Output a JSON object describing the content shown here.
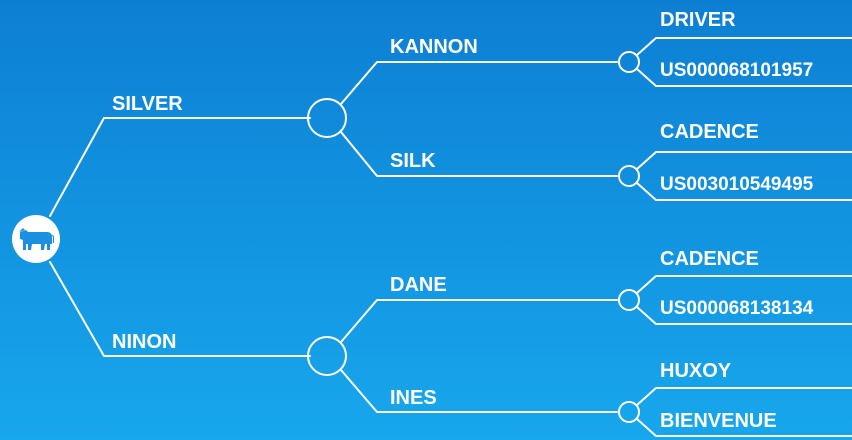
{
  "subject": {
    "icon": "cow-icon"
  },
  "colors": {
    "background_top": "#0d7fd3",
    "background_bottom": "#17a7ec",
    "line": "#ffffff",
    "icon_fill": "#1b8fe0"
  },
  "sire": {
    "name": "SILVER",
    "sire": {
      "name": "KANNON",
      "sire": "DRIVER",
      "dam": "US000068101957"
    },
    "dam": {
      "name": "SILK",
      "sire": "CADENCE",
      "dam": "US003010549495"
    }
  },
  "dam": {
    "name": "NINON",
    "sire": {
      "name": "DANE",
      "sire": "CADENCE",
      "dam": "US000068138134"
    },
    "dam": {
      "name": "INES",
      "sire": "HUXOY",
      "dam": "BIENVENUE"
    }
  }
}
